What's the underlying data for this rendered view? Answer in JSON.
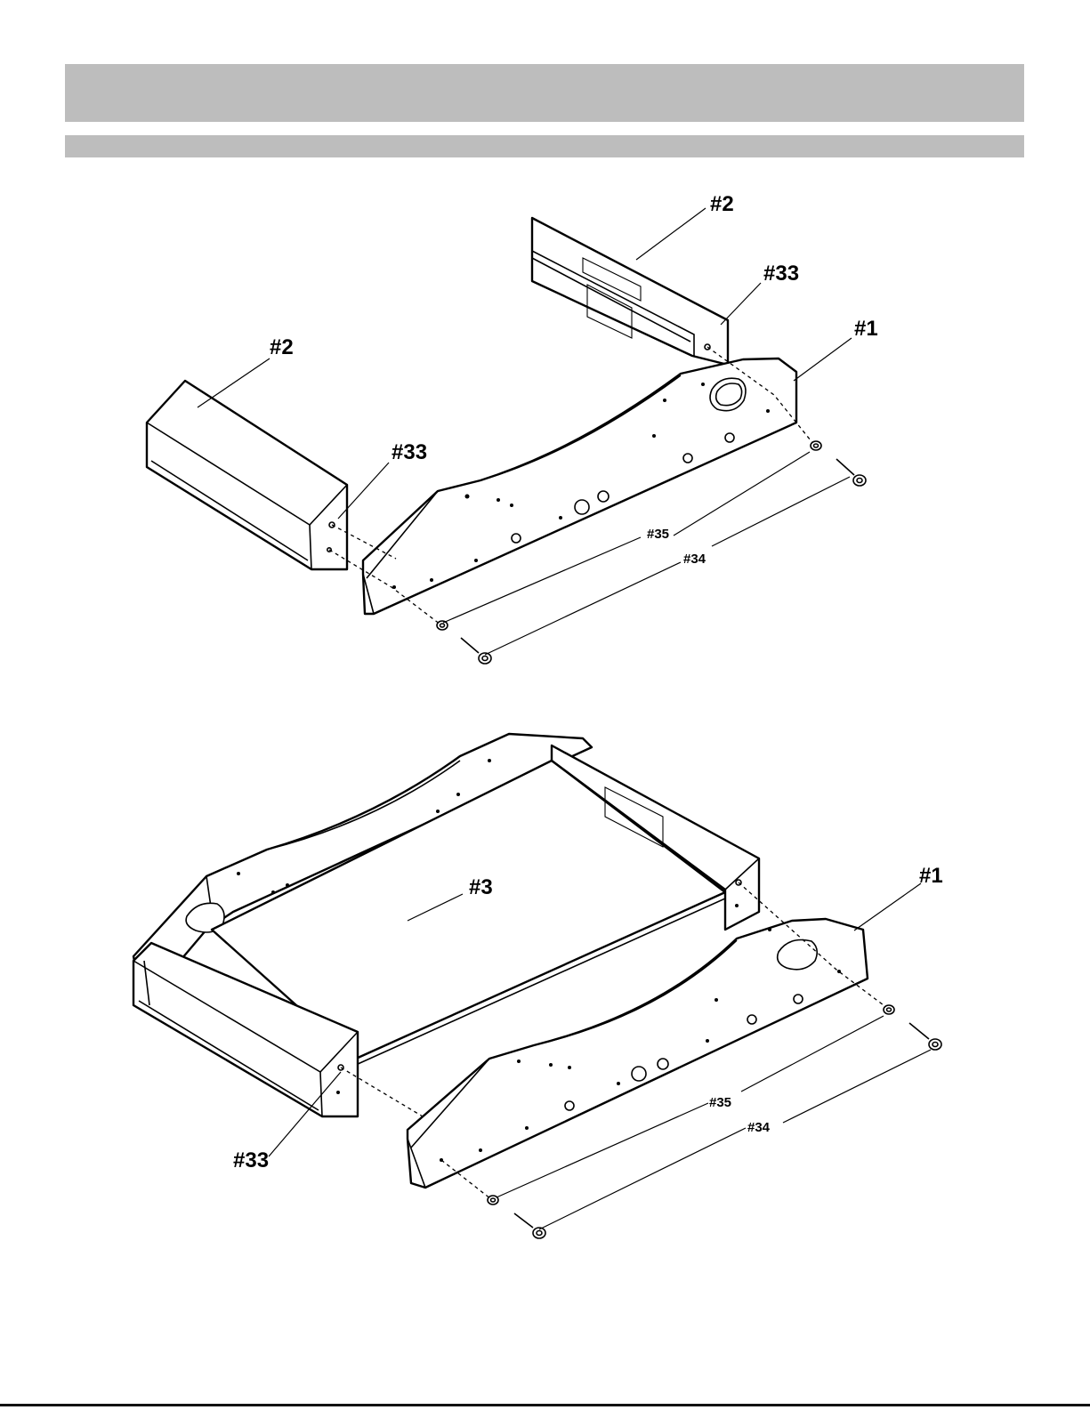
{
  "labels": {
    "top_side_panel": "#1",
    "top_end_rear": "#2",
    "top_end_left": "#2",
    "top_pin_rear": "#33",
    "top_pin_left": "#33",
    "top_washer": "#35",
    "top_bolt": "#34",
    "bottom_side_panel": "#1",
    "bottom_board": "#3",
    "bottom_pin": "#33",
    "bottom_washer": "#35",
    "bottom_bolt": "#34"
  }
}
